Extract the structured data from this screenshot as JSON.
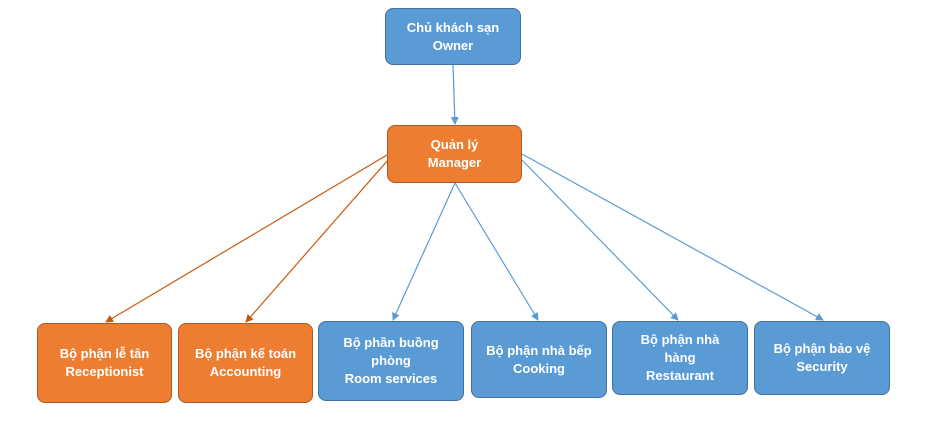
{
  "colors": {
    "blue_fill": "#5b9bd5",
    "orange_fill": "#ed7d31",
    "blue_line": "#5b9bd5",
    "orange_line": "#c55a11"
  },
  "owner": {
    "line1": "Chủ khách sạn",
    "line2": "Owner"
  },
  "manager": {
    "line1": "Quản lý",
    "line2": "Manager"
  },
  "departments": {
    "reception": {
      "line1": "Bộ phận lễ tân",
      "line2": "Receptionist"
    },
    "accounting": {
      "line1": "Bộ phận kế toán",
      "line2": "Accounting"
    },
    "room_services": {
      "line1": "Bộ phần buồng",
      "line2": "phòng",
      "line3": "Room services"
    },
    "cooking": {
      "line1": "Bộ phận nhà bếp",
      "line2": "Cooking"
    },
    "restaurant": {
      "line1": "Bộ phận nhà",
      "line2": "hàng",
      "line3": "Restaurant"
    },
    "security": {
      "line1": "Bộ phận bảo vệ",
      "line2": "Security"
    }
  }
}
